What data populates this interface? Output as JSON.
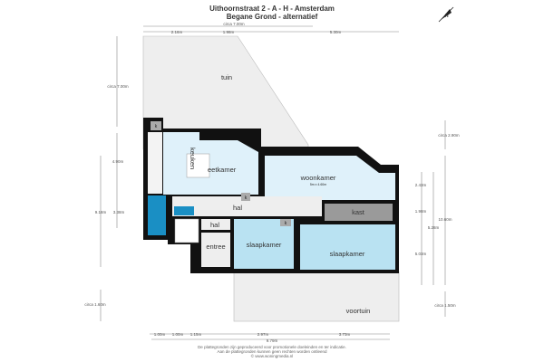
{
  "title": {
    "line1": "Uithoornstraat 2 - A - H - Amsterdam",
    "line2": "Begane Grond - alternatief"
  },
  "rooms": {
    "tuin": "tuin",
    "keuken": "keuken",
    "eetkamer": "eetkamer",
    "woonkamer": "woonkamer",
    "woonkamer_size": "5m x 4.60m",
    "hal": "hal",
    "hal2": "hal",
    "kast": "kast",
    "entree": "entree",
    "slaapkamer1": "slaapkamer",
    "slaapkamer2": "slaapkamer",
    "voortuin": "voortuin",
    "k1": "k",
    "k2": "k",
    "k3": "k"
  },
  "dimensions": {
    "top": [
      "circa 7.00m",
      "2.16m",
      "1.98m",
      "5.30m"
    ],
    "bottom": [
      "1.00m",
      "1.00m",
      "1.15m",
      "2.97m",
      "3.73m",
      "9.79m"
    ],
    "left": [
      "circa 7.00m",
      "4.90m",
      "9.18m",
      "3.38m",
      "circa 1.60m"
    ],
    "right": [
      "circa 2.90m",
      "2.43m",
      "1.98m",
      "10.60m",
      "5.28m",
      "5.03m",
      "circa 1.50m"
    ]
  },
  "footer": [
    "De plattegronden zijn geproduceerd voor promotionele doeleinden en ter indicatie.",
    "Aan de plattegronden kunnen geen rechten worden ontleend",
    "© www.woningmedia.nl"
  ],
  "compass": "N",
  "colors": {
    "room": "#dff1fa",
    "bedroom": "#b9e2f2",
    "bath": "#1a8fc4",
    "wall": "#111111",
    "outdoor": "#eeeeee",
    "kast": "#9a9a9a"
  }
}
